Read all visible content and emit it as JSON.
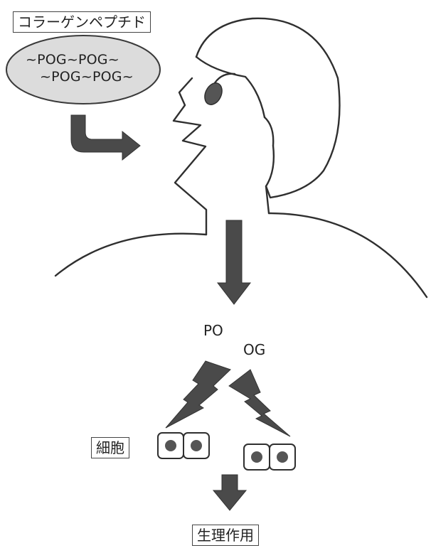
{
  "title": "コラーゲンペプチド",
  "peptide": {
    "line1": "~POG~POG~",
    "line2": "~POG~POG~"
  },
  "fragments": {
    "po": "PO",
    "og": "OG"
  },
  "cell_label": "細胞",
  "result_label": "生理作用",
  "colors": {
    "ink": "#2f2f2f",
    "arrow_fill": "#4a4a4a",
    "ellipse_fill": "#dcdcdc",
    "cell_fill": "#ffffff",
    "nucleus_fill": "#555555"
  }
}
